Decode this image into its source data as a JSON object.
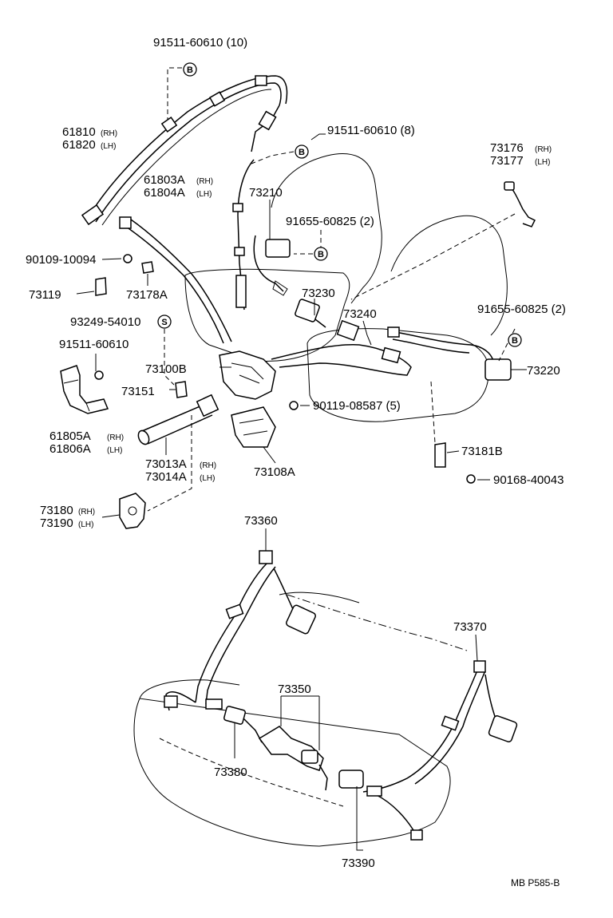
{
  "labels": {
    "p91511_top": "91511-60610 (10)",
    "p61810": "61810",
    "p61820": "61820",
    "p61803a": "61803A",
    "p61804a": "61804A",
    "p73210": "73210",
    "p91511_mid": "91511-60610 (8)",
    "p91655_a": "91655-60825 (2)",
    "p73176": "73176",
    "p73177": "73177",
    "p90109": "90109-10094",
    "p73119": "73119",
    "p73178a": "73178A",
    "p73230": "73230",
    "p73240": "73240",
    "p91655_b": "91655-60825 (2)",
    "p93249": "93249-54010",
    "p91511_low": "91511-60610",
    "p73100b": "73100B",
    "p73151": "73151",
    "p90119": "90119-08587 (5)",
    "p73220": "73220",
    "p61805a": "61805A",
    "p61806a": "61806A",
    "p73013a": "73013A",
    "p73014a": "73014A",
    "p73108a": "73108A",
    "p73181b": "73181B",
    "p90168": "90168-40043",
    "p73180": "73180",
    "p73190": "73190",
    "p73360": "73360",
    "p73370": "73370",
    "p73350": "73350",
    "p73380": "73380",
    "p73390": "73390",
    "footer": "MB  P585-B"
  },
  "side": {
    "rh": "(RH)",
    "lh": "(LH)"
  },
  "markers": {
    "b": "B",
    "s": "S"
  }
}
